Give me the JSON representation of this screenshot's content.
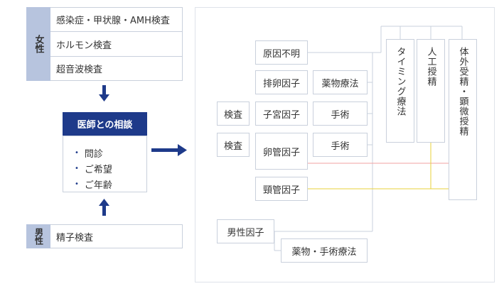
{
  "female": {
    "label": "女性",
    "tests": [
      "感染症・甲状腺・AMH検査",
      "ホルモン検査",
      "超音波検査"
    ]
  },
  "consultation": {
    "title": "医師との相談",
    "items": [
      "問診",
      "ご希望",
      "ご年齢"
    ]
  },
  "male": {
    "label": "男性",
    "test": "精子検査"
  },
  "causes": {
    "unknown": "原因不明",
    "ovulation": "排卵因子",
    "uterine": "子宮因子",
    "tubal": "卵管因子",
    "cervical": "頸管因子",
    "male": "男性因子"
  },
  "tests": {
    "uterine_test": "検査",
    "tubal_test": "検査"
  },
  "therapies": {
    "drug": "薬物療法",
    "surgery_uterine": "手術",
    "surgery_tubal": "手術",
    "drug_surgery": "薬物・手術療法"
  },
  "treatments": {
    "timing": "タイミング療法",
    "ai": "人工授精",
    "ivf": "体外受精・顕微授精"
  },
  "colors": {
    "navy": "#1e3a8a",
    "side_label": "#b7c4de",
    "box_border": "#c9d0dc",
    "red_line": "#f2a0a0",
    "yellow_line": "#e8d23a"
  }
}
